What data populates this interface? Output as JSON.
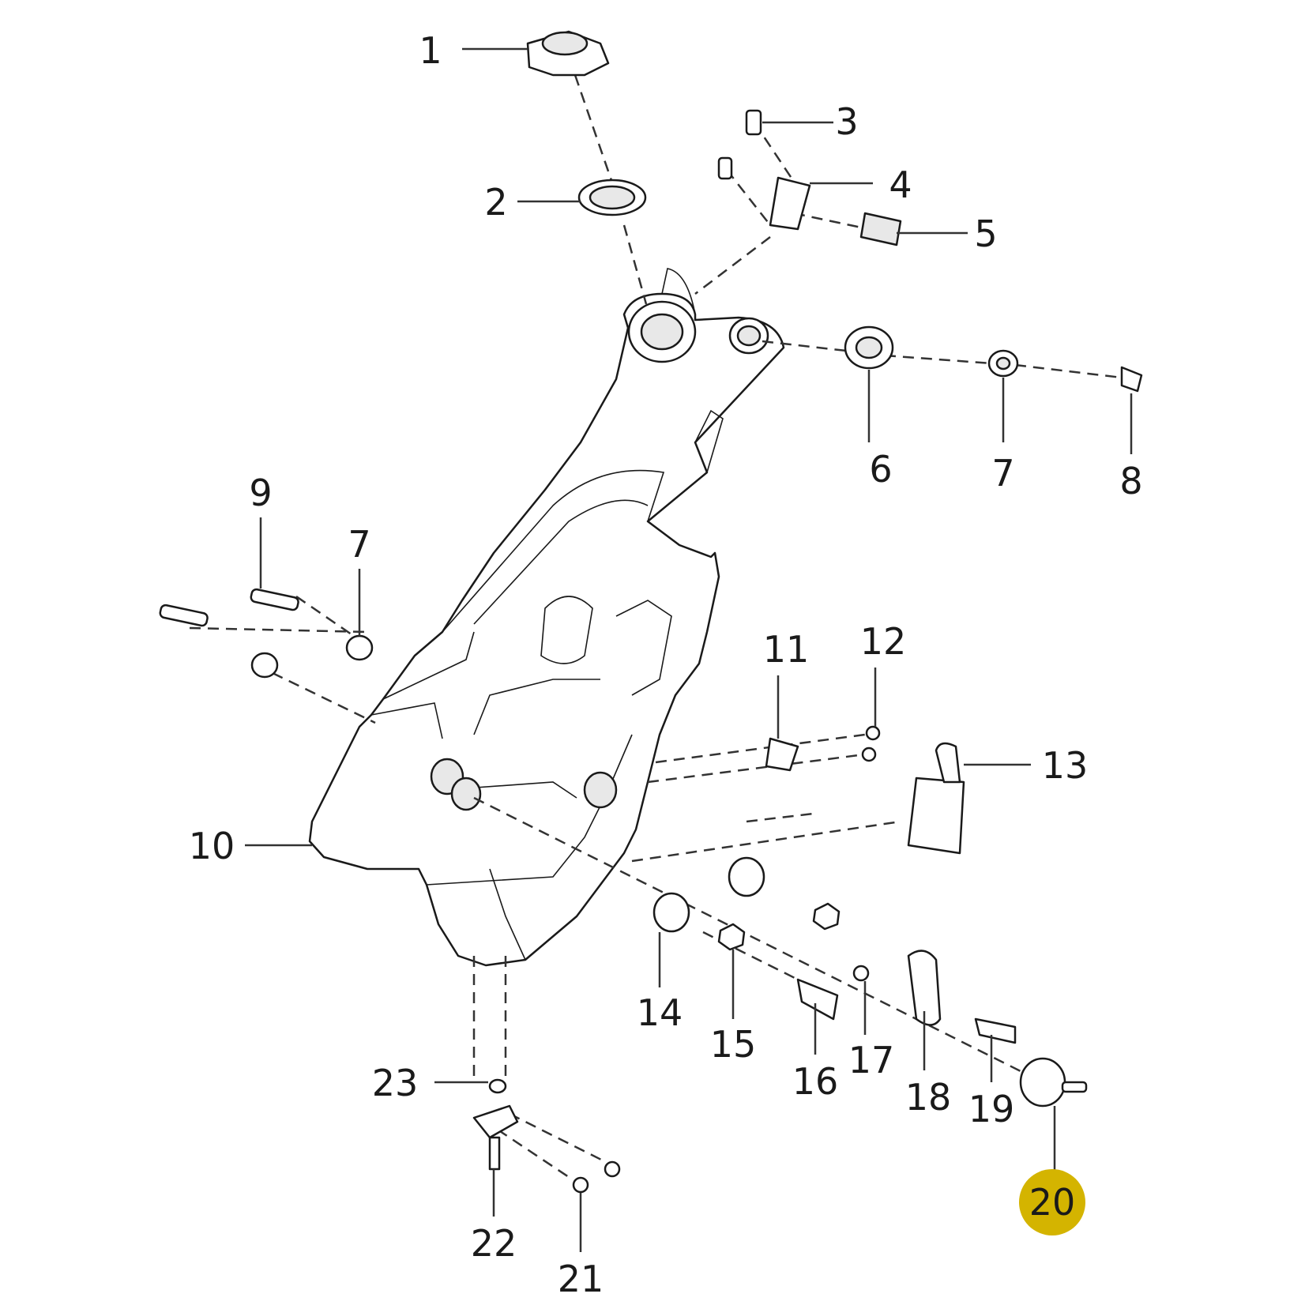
{
  "diagram": {
    "type": "exploded-parts-diagram",
    "subject": "fuel tank assembly",
    "highlight_color": "#d4b400",
    "highlighted_callout": "20",
    "callouts": [
      {
        "id": "c1",
        "label": "1",
        "part": "fuel cap"
      },
      {
        "id": "c2",
        "label": "2",
        "part": "filler neck seal"
      },
      {
        "id": "c3",
        "label": "3",
        "part": "screw"
      },
      {
        "id": "c4",
        "label": "4",
        "part": "bracket"
      },
      {
        "id": "c5",
        "label": "5",
        "part": "clip nut"
      },
      {
        "id": "c6",
        "label": "6",
        "part": "rubber grommet"
      },
      {
        "id": "c7a",
        "label": "7",
        "part": "washer"
      },
      {
        "id": "c8",
        "label": "8",
        "part": "bolt"
      },
      {
        "id": "c9",
        "label": "9",
        "part": "bolt"
      },
      {
        "id": "c7b",
        "label": "7",
        "part": "washer"
      },
      {
        "id": "c10",
        "label": "10",
        "part": "fuel tank"
      },
      {
        "id": "c11",
        "label": "11",
        "part": "clamp"
      },
      {
        "id": "c12",
        "label": "12",
        "part": "screw"
      },
      {
        "id": "c13",
        "label": "13",
        "part": "fuel pump"
      },
      {
        "id": "c14",
        "label": "14",
        "part": "bushing"
      },
      {
        "id": "c15",
        "label": "15",
        "part": "nut"
      },
      {
        "id": "c16",
        "label": "16",
        "part": "bolt"
      },
      {
        "id": "c17",
        "label": "17",
        "part": "screw"
      },
      {
        "id": "c18",
        "label": "18",
        "part": "bracket"
      },
      {
        "id": "c19",
        "label": "19",
        "part": "bolt"
      },
      {
        "id": "c20",
        "label": "20",
        "part": "rubber mount"
      },
      {
        "id": "c21",
        "label": "21",
        "part": "screw"
      },
      {
        "id": "c22",
        "label": "22",
        "part": "drain valve"
      },
      {
        "id": "c23",
        "label": "23",
        "part": "o-ring"
      }
    ]
  }
}
